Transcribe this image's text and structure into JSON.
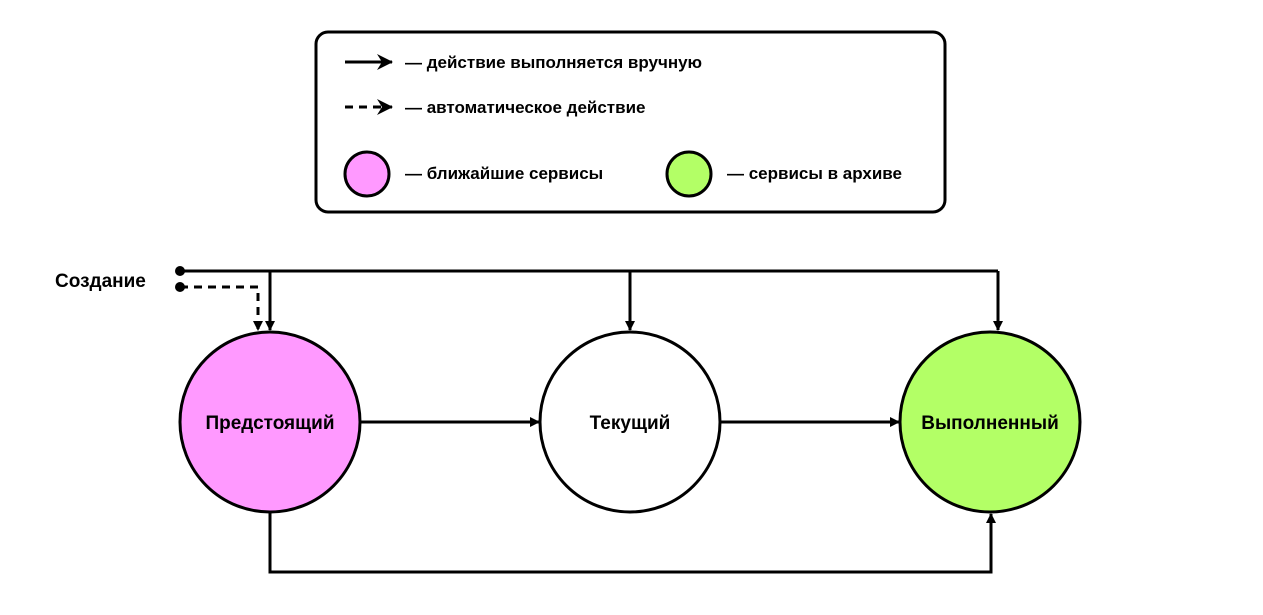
{
  "legend": {
    "manual_action": "— действие выполняется вручную",
    "auto_action": "— автоматическое действие",
    "upcoming_services": "— ближайшие сервисы",
    "archived_services": "— сервисы в архиве",
    "upcoming_color": "#ff99ff",
    "archived_color": "#b3ff66"
  },
  "start": {
    "label": "Создание"
  },
  "nodes": {
    "upcoming": {
      "label": "Предстоящий",
      "color": "#ff99ff"
    },
    "current": {
      "label": "Текущий",
      "color": "#ffffff"
    },
    "done": {
      "label": "Выполненный",
      "color": "#b3ff66"
    }
  },
  "edges": [
    {
      "from": "start",
      "to": "upcoming",
      "style": "manual"
    },
    {
      "from": "start",
      "to": "upcoming",
      "style": "automatic"
    },
    {
      "from": "start",
      "to": "current",
      "style": "manual"
    },
    {
      "from": "start",
      "to": "done",
      "style": "manual"
    },
    {
      "from": "upcoming",
      "to": "current",
      "style": "manual"
    },
    {
      "from": "current",
      "to": "done",
      "style": "manual"
    },
    {
      "from": "upcoming",
      "to": "done",
      "style": "manual"
    }
  ]
}
